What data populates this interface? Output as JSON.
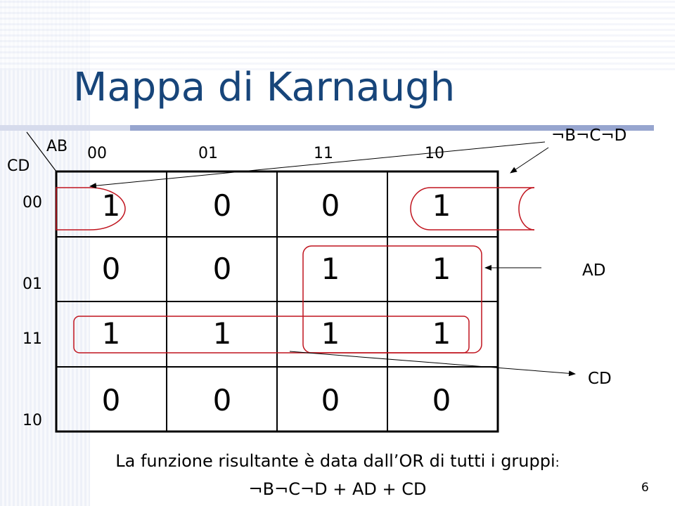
{
  "title": "Mappa di Karnaugh",
  "axis_labels": {
    "row_var": "CD",
    "col_var": "AB"
  },
  "col_headers": [
    "00",
    "01",
    "11",
    "10"
  ],
  "row_headers": [
    "00",
    "01",
    "11",
    "10"
  ],
  "cells": [
    [
      "1",
      "0",
      "0",
      "1"
    ],
    [
      "0",
      "0",
      "1",
      "1"
    ],
    [
      "1",
      "1",
      "1",
      "1"
    ],
    [
      "0",
      "0",
      "0",
      "0"
    ]
  ],
  "group_labels": {
    "nbncnd": "¬B¬C¬D",
    "ad": "AD",
    "cd": "CD"
  },
  "result": {
    "line1": "La funzione risultante è data dall’OR di tutti i gruppi",
    "line1_colon": ":",
    "line2": "¬B¬C¬D + AD + CD"
  },
  "page_number": "6",
  "colors": {
    "title": "#17457a",
    "group_outline": "#c0141e",
    "grid": "#000000",
    "accent_bar": "#97a5cf"
  }
}
